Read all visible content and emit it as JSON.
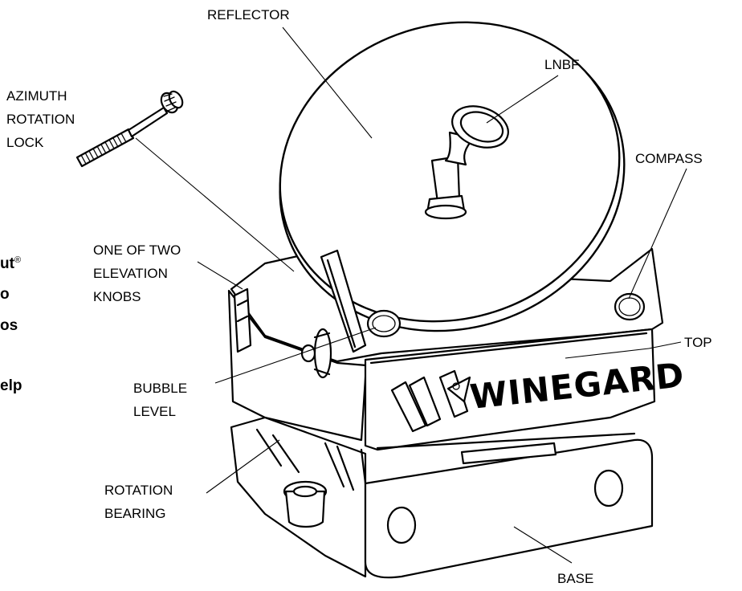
{
  "labels": {
    "reflector": "REFLECTOR",
    "lnbf": "LNBF",
    "azimuth_lines": [
      "AZIMUTH",
      "ROTATION",
      "LOCK"
    ],
    "compass": "COMPASS",
    "elevation_lines": [
      "ONE OF TWO",
      "ELEVATION",
      "KNOBS"
    ],
    "top": "TOP",
    "bubble_lines": [
      "BUBBLE",
      "LEVEL"
    ],
    "rotation_lines": [
      "ROTATION",
      "BEARING"
    ],
    "base": "BASE"
  },
  "brand": {
    "name": "WINEGARD"
  },
  "cut_off_text": {
    "line1": "ut",
    "line1_mark": "®",
    "line2": "o",
    "line3": "os",
    "line4": "elp"
  }
}
